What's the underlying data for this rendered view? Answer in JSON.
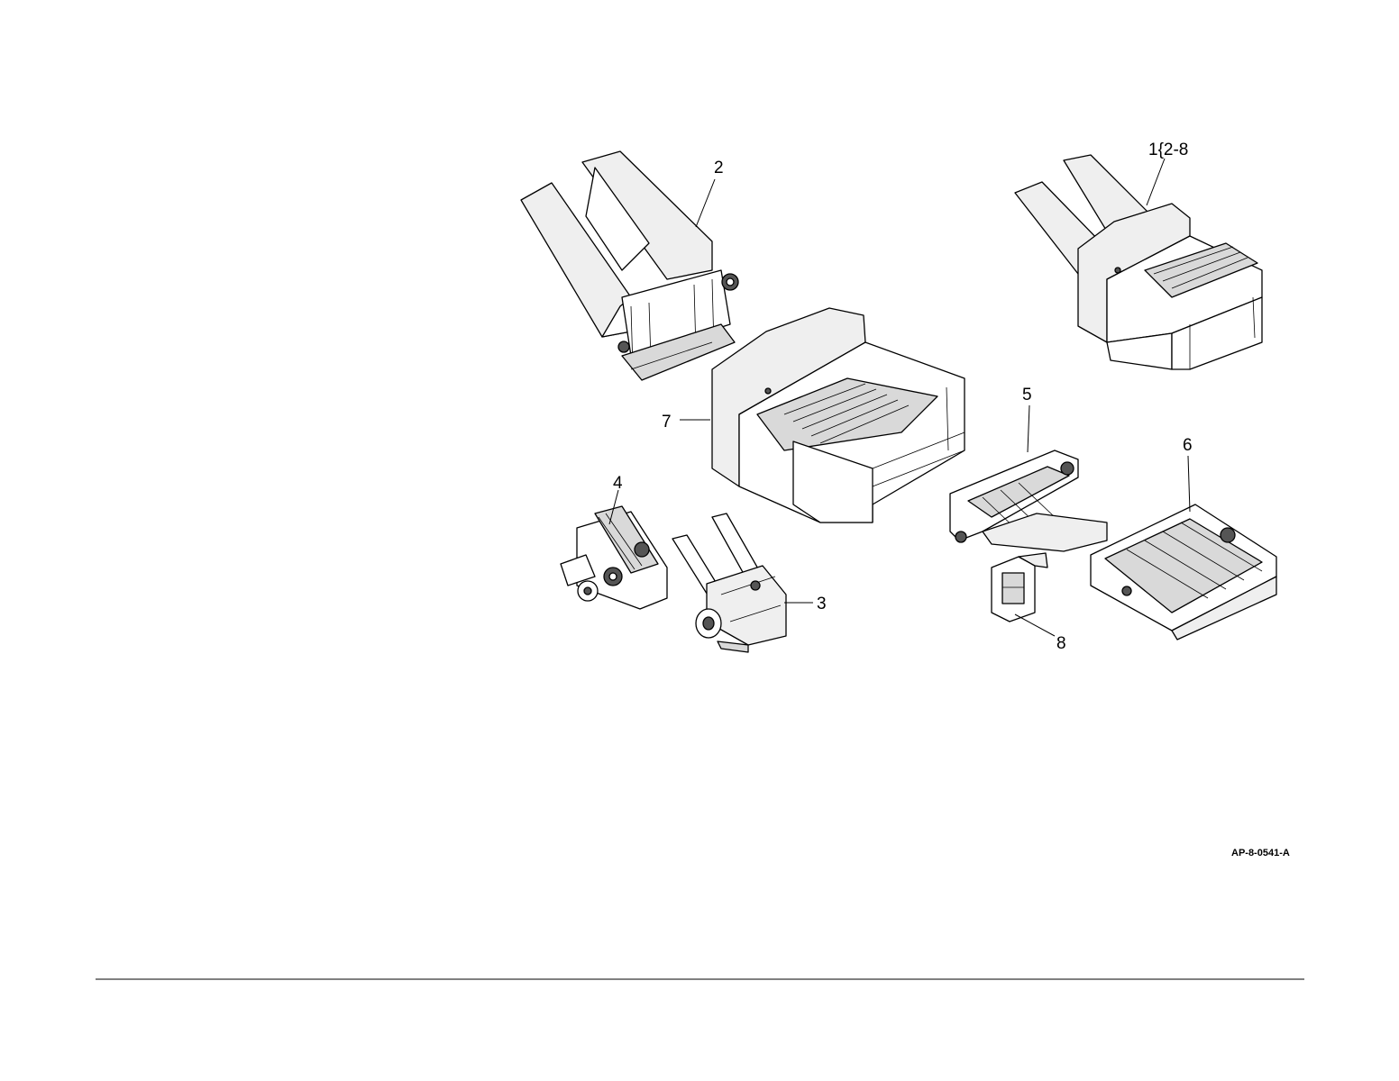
{
  "figure": {
    "figure_id": "AP-8-0541-A",
    "callouts": [
      {
        "id": "item-1",
        "label": "1{2-8"
      },
      {
        "id": "item-2",
        "label": "2"
      },
      {
        "id": "item-3",
        "label": "3"
      },
      {
        "id": "item-4",
        "label": "4"
      },
      {
        "id": "item-5",
        "label": "5"
      },
      {
        "id": "item-6",
        "label": "6"
      },
      {
        "id": "item-7",
        "label": "7"
      },
      {
        "id": "item-8",
        "label": "8"
      }
    ]
  },
  "colors": {
    "line": "#000000",
    "background": "#ffffff",
    "fill": "#efefef"
  }
}
